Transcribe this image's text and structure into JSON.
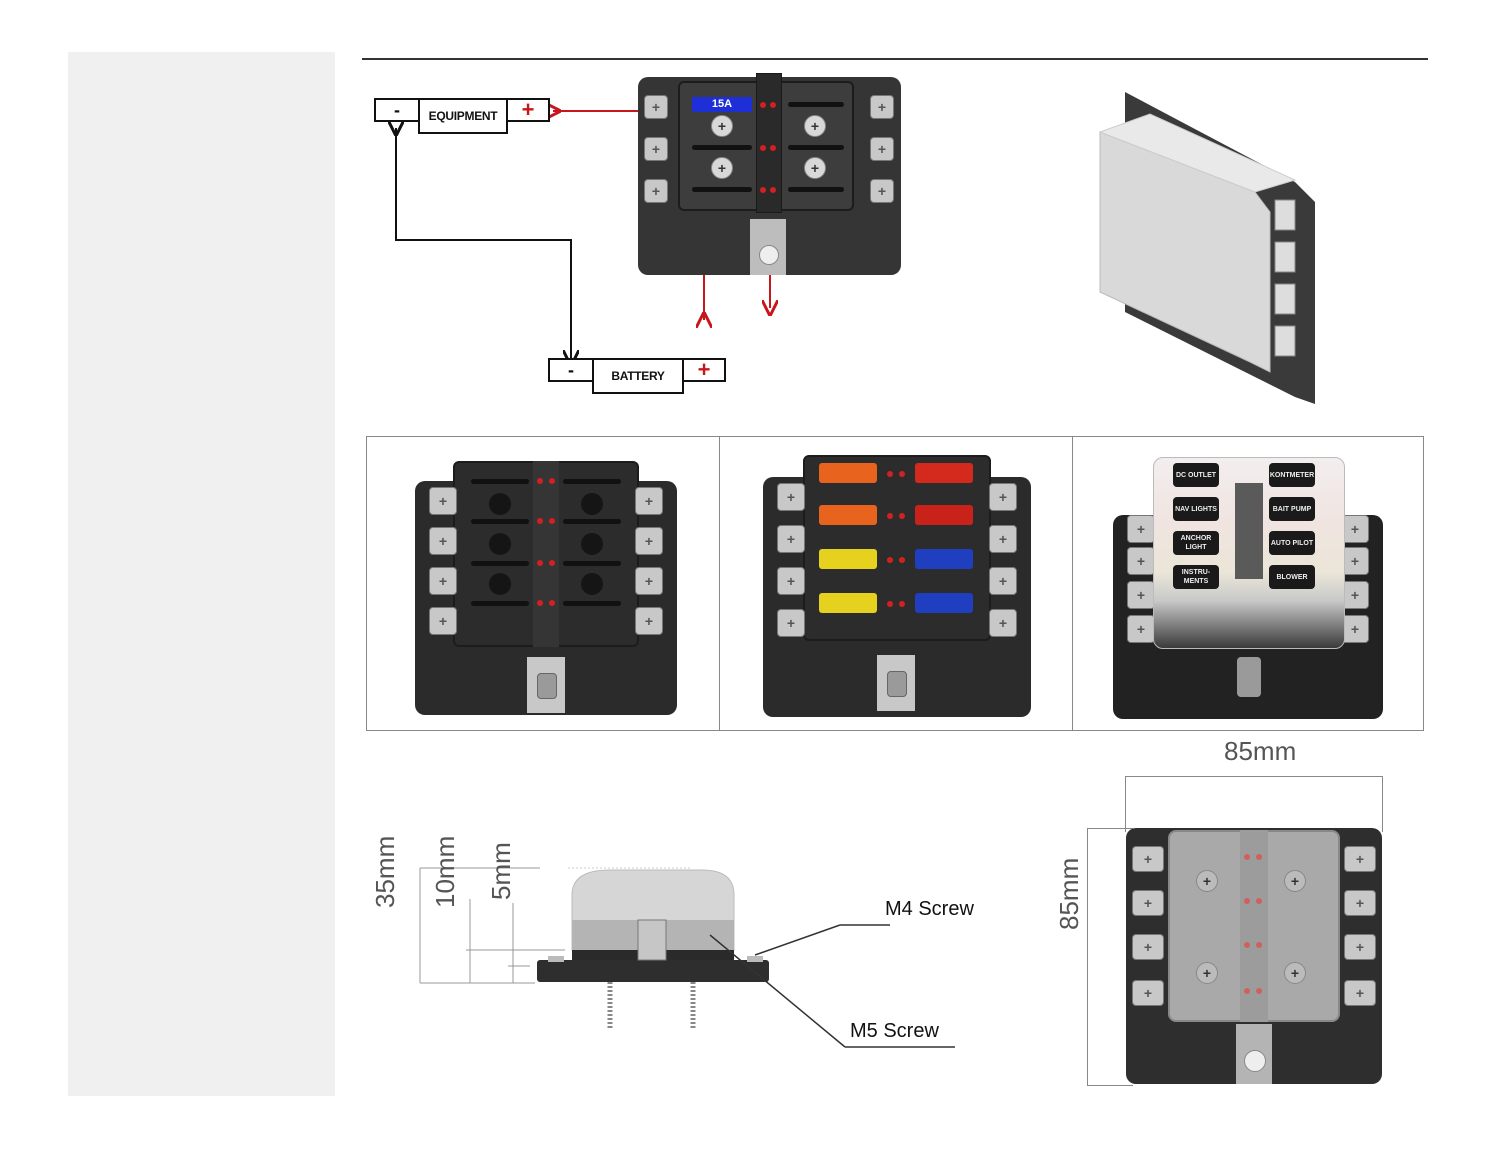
{
  "wiring_diagram": {
    "equipment": {
      "minus": "-",
      "label": "EQUIPMENT",
      "plus": "+"
    },
    "battery": {
      "minus": "-",
      "label": "BATTERY",
      "plus": "+"
    },
    "fuse_rating_label": "15A",
    "positive_wire_color": "#c8161d",
    "negative_wire_color": "#111111"
  },
  "photos": {
    "panel_1": {
      "caption": "empty fuse block",
      "led_color": "#d42020"
    },
    "panel_2": {
      "fuse_colors": [
        "#e8641e",
        "#d42a1e",
        "#e8641e",
        "#c9221a",
        "#e6d21e",
        "#1f3fc0",
        "#e6d21e",
        "#1f3fc0"
      ]
    },
    "panel_3": {
      "labels": [
        "DC OUTLET",
        "KONTMETER",
        "NAV LIGHTS",
        "BAIT PUMP",
        "ANCHOR LIGHT",
        "AUTO PILOT",
        "INSTRU-MENTS",
        "BLOWER"
      ]
    }
  },
  "dimensions": {
    "side_view": {
      "height_total": "35mm",
      "height_mid": "10mm",
      "height_base": "5mm",
      "callout_m4": "M4 Screw",
      "callout_m5": "M5 Screw"
    },
    "top_view": {
      "width": "85mm",
      "height": "85mm"
    }
  }
}
